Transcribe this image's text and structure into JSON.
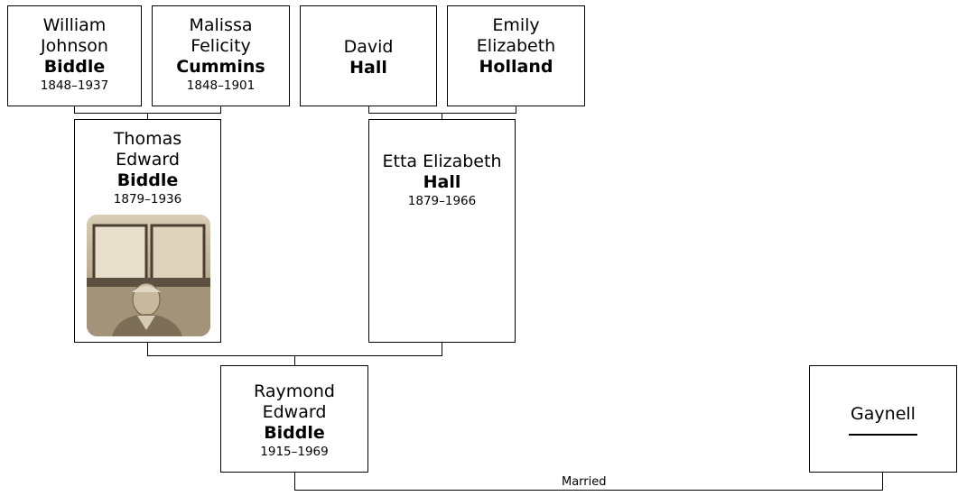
{
  "people": {
    "william": {
      "given": "William Johnson",
      "surname": "Biddle",
      "dates": "1848–1937"
    },
    "malissa": {
      "given": "Malissa Felicity",
      "surname": "Cummins",
      "dates": "1848–1901"
    },
    "david": {
      "given": "David",
      "surname": "Hall",
      "dates": ""
    },
    "emily": {
      "given": "Emily Elizabeth",
      "surname": "Holland",
      "dates": ""
    },
    "thomas": {
      "given": "Thomas Edward",
      "surname": "Biddle",
      "dates": "1879–1936"
    },
    "etta": {
      "given": "Etta Elizabeth",
      "surname": "Hall",
      "dates": "1879–1966"
    },
    "raymond": {
      "given": "Raymond Edward",
      "surname": "Biddle",
      "dates": "1915–1969"
    },
    "gaynell": {
      "given": "Gaynell",
      "surname": "",
      "dates": ""
    }
  },
  "relationship_label": "Married",
  "colors": {
    "line": "#000000",
    "box_border": "#000000",
    "background": "#ffffff"
  }
}
